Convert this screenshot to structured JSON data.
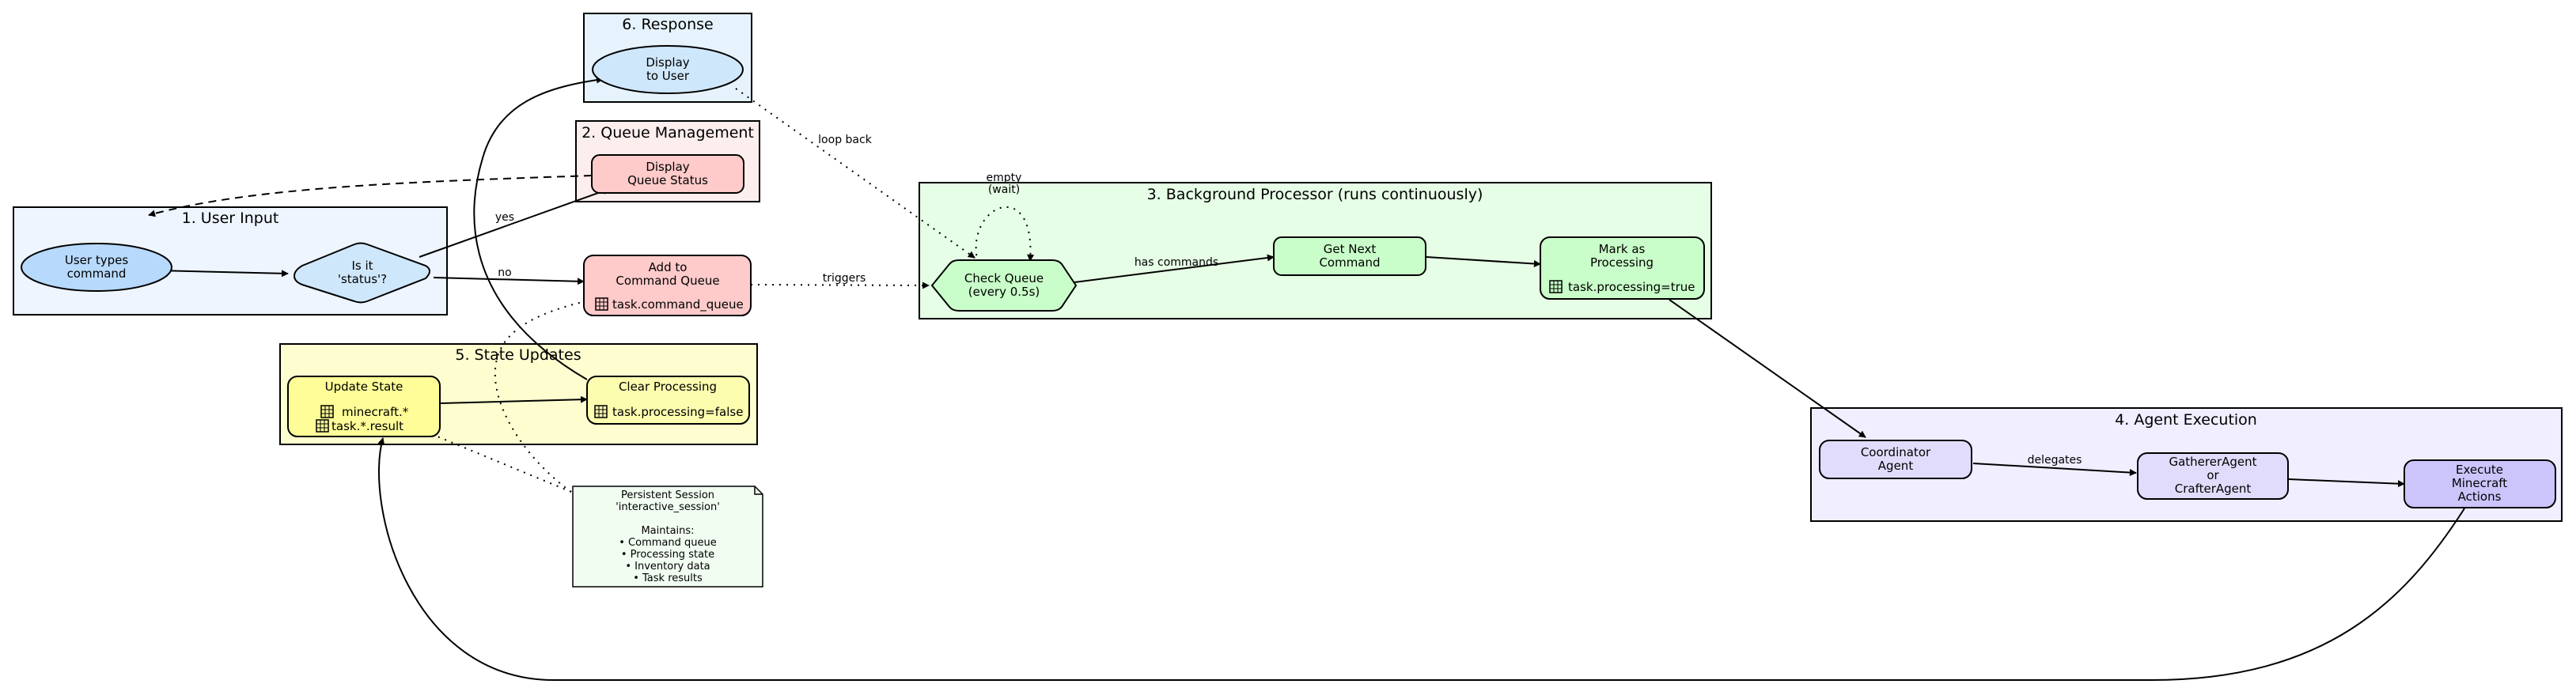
{
  "clusters": {
    "user_input": "1. User Input",
    "queue_mgmt": "2. Queue Management",
    "background": "3. Background Processor (runs continuously)",
    "agent_exec": "4. Agent Execution",
    "state_updates": "5. State Updates",
    "response": "6. Response"
  },
  "nodes": {
    "user_types": [
      "User types",
      "command"
    ],
    "is_status": [
      "Is it",
      "'status'?"
    ],
    "display_queue": [
      "Display",
      "Queue Status"
    ],
    "add_queue": [
      "Add to",
      "Command Queue"
    ],
    "add_queue_field": "task.command_queue",
    "check_queue": [
      "Check Queue",
      "(every 0.5s)"
    ],
    "get_next": [
      "Get Next",
      "Command"
    ],
    "mark_processing": [
      "Mark as",
      "Processing"
    ],
    "mark_processing_field": "task.processing=true",
    "coordinator": [
      "Coordinator",
      "Agent"
    ],
    "gatherer": [
      "GathererAgent",
      "or",
      "CrafterAgent"
    ],
    "execute": [
      "Execute",
      "Minecraft",
      "Actions"
    ],
    "update_state": "Update State",
    "update_state_fields": [
      "minecraft.*",
      "task.*.result"
    ],
    "clear_processing": "Clear Processing",
    "clear_processing_field": "task.processing=false",
    "display_user": [
      "Display",
      "to User"
    ]
  },
  "edge_labels": {
    "yes": "yes",
    "no": "no",
    "triggers": "triggers",
    "empty": [
      "empty",
      "(wait)"
    ],
    "has_commands": "has commands",
    "delegates": "delegates",
    "loop_back": "loop back"
  },
  "note": {
    "lines": [
      "Persistent Session",
      "'interactive_session'",
      "",
      "Maintains:",
      "• Command queue",
      "• Processing state",
      "• Inventory data",
      "• Task results"
    ]
  },
  "colors": {
    "cluster_user_input": "#eef5ff",
    "cluster_queue": "#fdeeee",
    "cluster_background": "#e6fde6",
    "cluster_agent": "#f0eeff",
    "cluster_state": "#fdfdd0",
    "cluster_response": "#e6f3fd",
    "node_blue": "#b7d9fb",
    "node_light_blue": "#cfe7fb",
    "node_red": "#fecaca",
    "node_green": "#c9fdc9",
    "node_purple": "#e2dcfc",
    "node_purple_dark": "#cbc5fb",
    "node_yellow": "#fefd98",
    "node_yellow_light": "#fdfdb0",
    "note_fill": "#f2fdf2"
  }
}
